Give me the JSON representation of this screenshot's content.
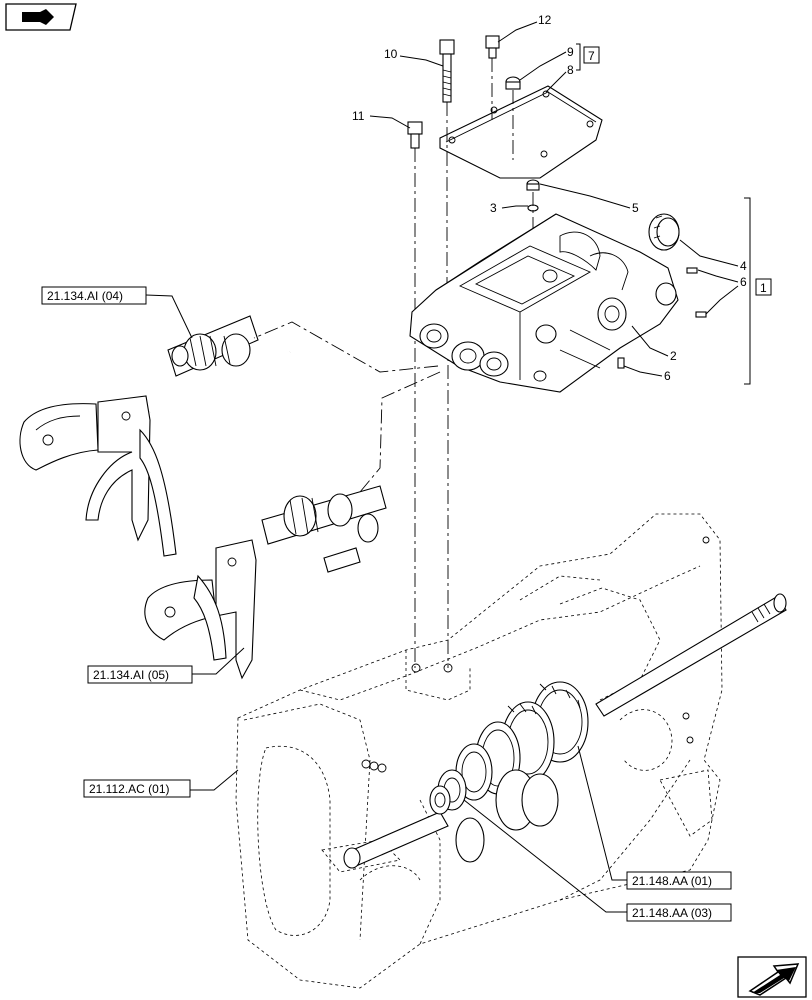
{
  "callouts": {
    "c2": "2",
    "c3": "3",
    "c4": "4",
    "c5": "5",
    "c6a": "6",
    "c6b": "6",
    "c8": "8",
    "c9": "9",
    "c10": "10",
    "c11": "11",
    "c12": "12"
  },
  "bracket_refs": {
    "kit_7": "7",
    "kit_1": "1"
  },
  "references": {
    "shift_fork_top": "21.134.AI (04)",
    "shift_fork_bottom": "21.134.AI (05)",
    "housing": "21.112.AC (01)",
    "gears_upper": "21.148.AA (01)",
    "gears_lower": "21.148.AA (03)"
  },
  "icons": {
    "top_left": "book-navigation-icon",
    "bottom_right": "next-page-arrow-icon"
  }
}
